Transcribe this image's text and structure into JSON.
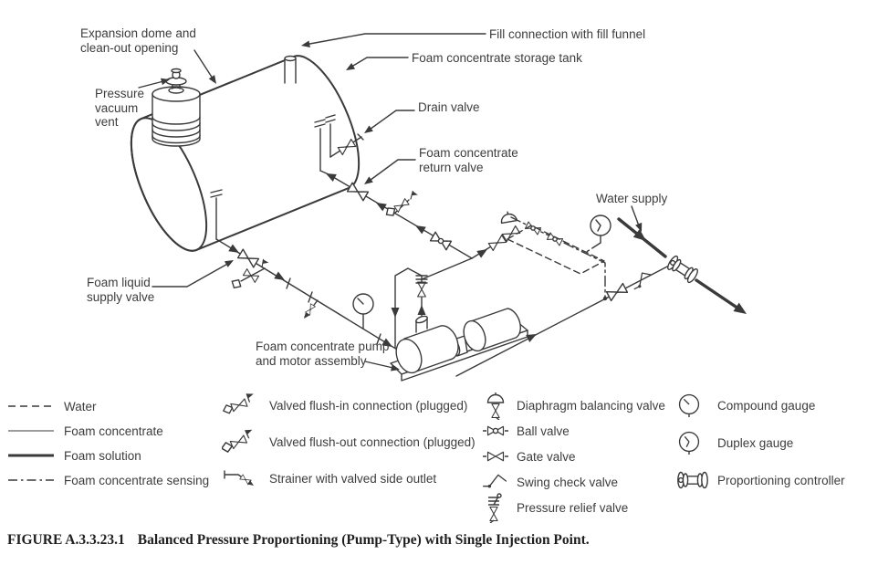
{
  "labels": {
    "expansion_dome": "Expansion dome and\nclean-out opening",
    "pressure_vacuum_vent": "Pressure\nvacuum\nvent",
    "fill_connection": "Fill connection with fill funnel",
    "storage_tank": "Foam concentrate storage tank",
    "drain_valve": "Drain valve",
    "return_valve": "Foam concentrate\nreturn valve",
    "water_supply": "Water supply",
    "foam_liquid_supply_valve": "Foam liquid\nsupply valve",
    "pump_assembly": "Foam concentrate pump\nand motor assembly"
  },
  "legend": {
    "lines": [
      {
        "label": "Water",
        "icon": "dashed-line-icon"
      },
      {
        "label": "Foam concentrate",
        "icon": "thin-line-icon"
      },
      {
        "label": "Foam solution",
        "icon": "thick-line-icon"
      },
      {
        "label": "Foam concentrate sensing",
        "icon": "dash-dot-line-icon"
      }
    ],
    "connections": [
      {
        "label": "Valved flush-in connection (plugged)",
        "icon": "flush-in-icon"
      },
      {
        "label": "Valved flush-out connection (plugged)",
        "icon": "flush-out-icon"
      },
      {
        "label": "Strainer with valved side outlet",
        "icon": "strainer-icon"
      }
    ],
    "valves": [
      {
        "label": "Diaphragm balancing valve",
        "icon": "diaphragm-balancing-valve-icon"
      },
      {
        "label": "Ball valve",
        "icon": "ball-valve-icon"
      },
      {
        "label": "Gate valve",
        "icon": "gate-valve-icon"
      },
      {
        "label": "Swing check valve",
        "icon": "swing-check-valve-icon"
      },
      {
        "label": "Pressure relief valve",
        "icon": "pressure-relief-valve-icon"
      }
    ],
    "gauges": [
      {
        "label": "Compound gauge",
        "icon": "compound-gauge-icon"
      },
      {
        "label": "Duplex gauge",
        "icon": "duplex-gauge-icon"
      },
      {
        "label": "Proportioning controller",
        "icon": "proportioning-controller-icon"
      }
    ]
  },
  "caption": {
    "figure_label": "FIGURE A.3.3.23.1",
    "title": "Balanced Pressure Proportioning (Pump-Type) with Single Injection Point."
  },
  "colors": {
    "line": "#3a3a3a",
    "text": "#3d3d3d",
    "caption": "#1f1f1f",
    "background": "#ffffff"
  }
}
